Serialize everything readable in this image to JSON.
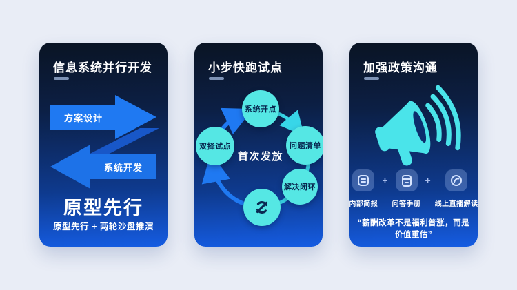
{
  "colors": {
    "page_bg": "#e9edf6",
    "card_top": "#0a1424",
    "card_bottom": "#155ce2",
    "accent_blue": "#1f79f2",
    "accent_cyan": "#50e6e6"
  },
  "cards": {
    "parallel_dev": {
      "title": "信息系统并行开发",
      "arrow_forward_label": "方案设计",
      "arrow_back_label": "系统开发",
      "highlight": "原型先行",
      "note": "原型先行 + 两轮沙盘推演"
    },
    "pilot": {
      "title": "小步快跑试点",
      "center_label": "首次发放",
      "nodes": {
        "top": "系统开点",
        "right": "问题清单",
        "bottom_right": "解决闭环",
        "left": "双择试点"
      },
      "sync_icon": "sync-icon"
    },
    "communication": {
      "title": "加强政策沟通",
      "megaphone_icon": "megaphone-icon",
      "plus": "+",
      "channels": [
        {
          "label": "内部简报",
          "icon": "briefing-icon"
        },
        {
          "label": "问答手册",
          "icon": "handbook-icon"
        },
        {
          "label": "线上直播解读",
          "icon": "live-icon"
        }
      ],
      "quote": "“薪酬改革不是福利普涨，而是价值重估”"
    }
  }
}
